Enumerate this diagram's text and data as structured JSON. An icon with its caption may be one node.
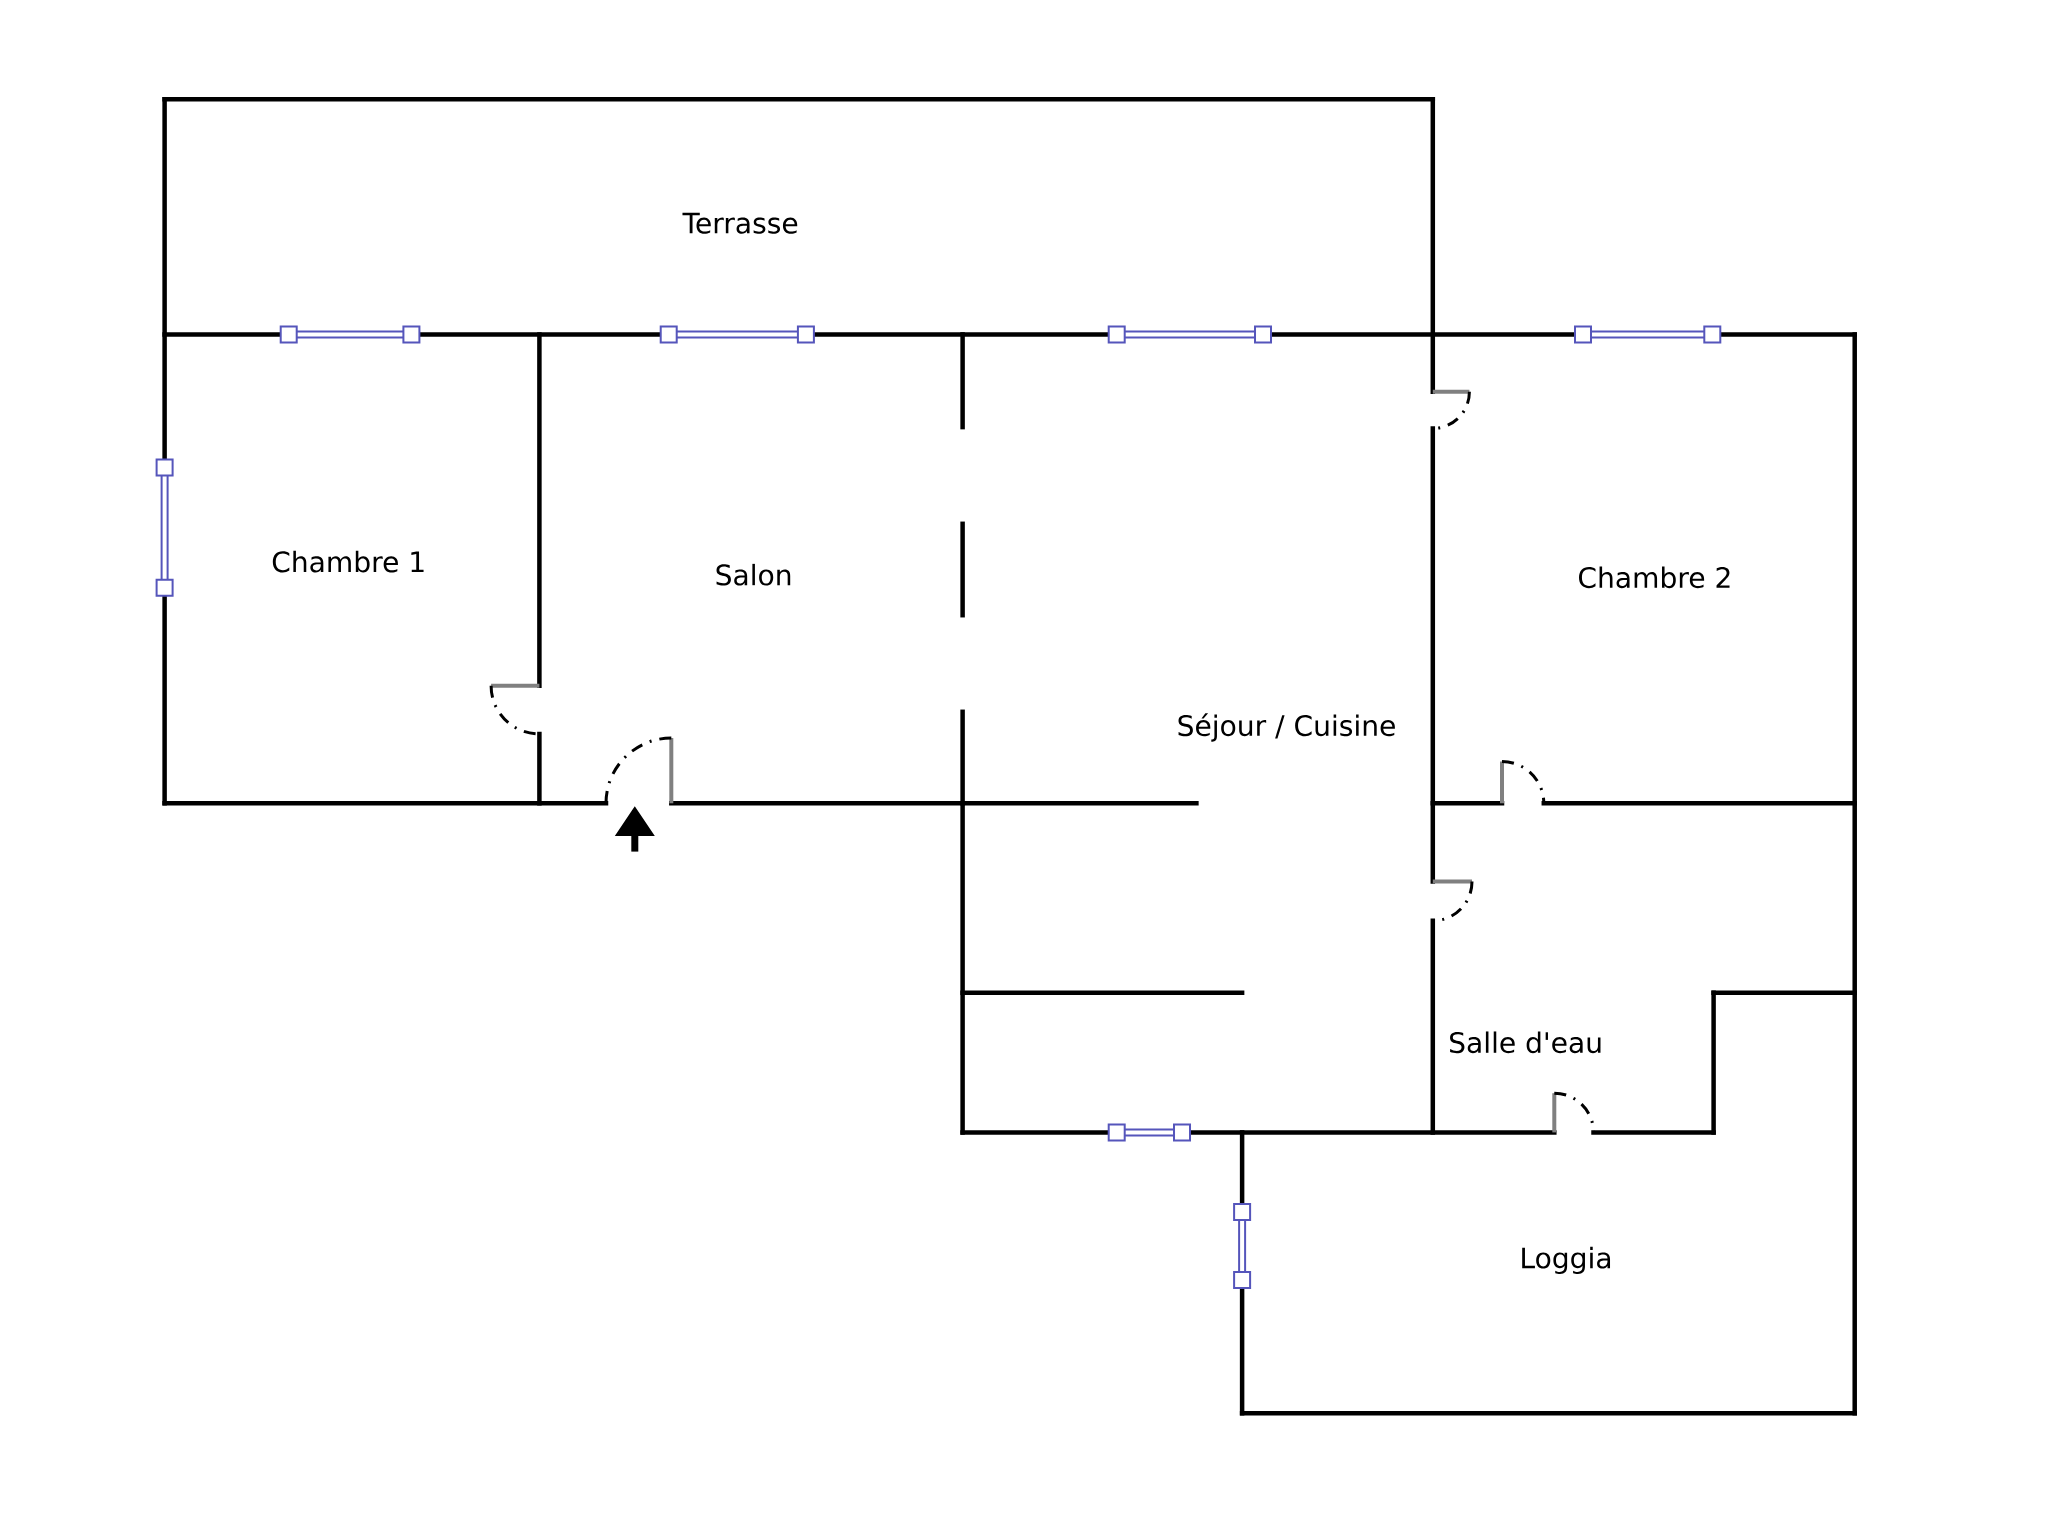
{
  "diagram": {
    "labels": [
      "Terrasse",
      "Chambre 1",
      "Salon",
      "Séjour / Cuisine",
      "Chambre 2",
      "Salle d'eau",
      "Loggia"
    ]
  }
}
